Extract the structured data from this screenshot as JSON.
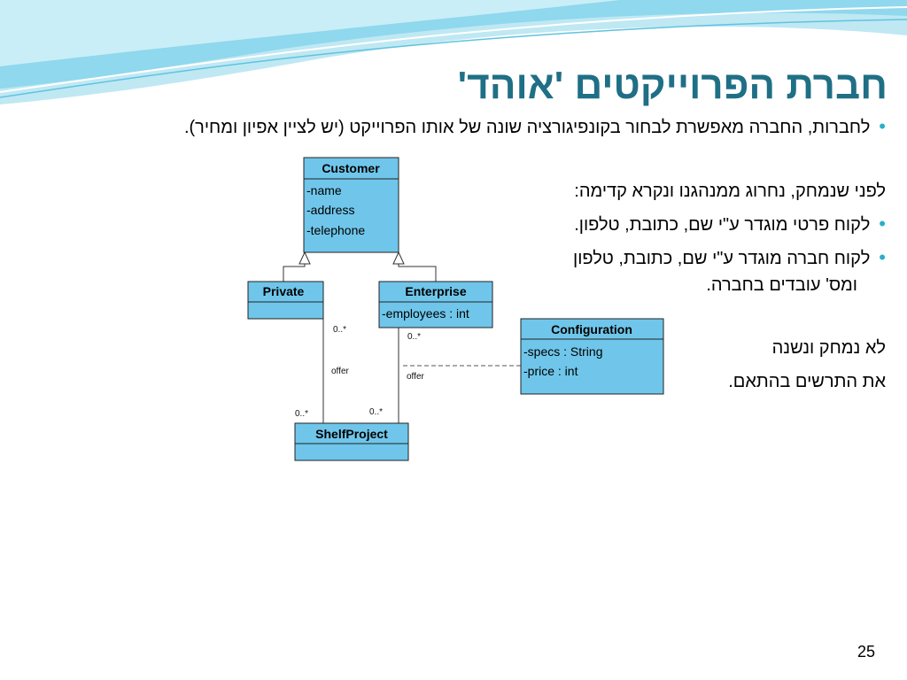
{
  "slide": {
    "title": "חברת הפרוייקטים 'אוהד'",
    "bullet1": "לחברות, החברה מאפשרת לבחור בקונפיגורציה שונה של אותו הפרוייקט (יש לציין אפיון ומחיר).",
    "intro": "לפני שנמחק, נחרוג ממנהגנו ונקרא קדימה:",
    "bullet2": "לקוח פרטי מוגדר ע\"י שם, כתובת, טלפון.",
    "bullet3_line1": "לקוח חברה מוגדר ע\"י שם, כתובת, טלפון",
    "bullet3_line2": "ומס' עובדים בחברה.",
    "closing_line1": "לא נמחק ונשנה",
    "closing_line2": "את התרשים בהתאם.",
    "page_number": "25"
  },
  "diagram": {
    "classes": {
      "customer": {
        "name": "Customer",
        "attributes": [
          "-name",
          "-address",
          "-telephone"
        ]
      },
      "private": {
        "name": "Private",
        "attributes": []
      },
      "enterprise": {
        "name": "Enterprise",
        "attributes": [
          "-employees : int"
        ]
      },
      "configuration": {
        "name": "Configuration",
        "attributes": [
          "-specs : String",
          "-price : int"
        ]
      },
      "shelfproject": {
        "name": "ShelfProject",
        "attributes": []
      }
    },
    "associations": {
      "private_shelf": {
        "label": "offer",
        "mult_top": "0..*",
        "mult_bottom": "0..*"
      },
      "enterprise_shelf": {
        "label": "offer",
        "mult_top": "0..*",
        "mult_bottom": "0..*"
      }
    }
  },
  "colors": {
    "title": "#1f6f86",
    "class_fill": "#6fc6ea",
    "bullet": "#26b0c8",
    "wave": "#7fd3ea"
  }
}
